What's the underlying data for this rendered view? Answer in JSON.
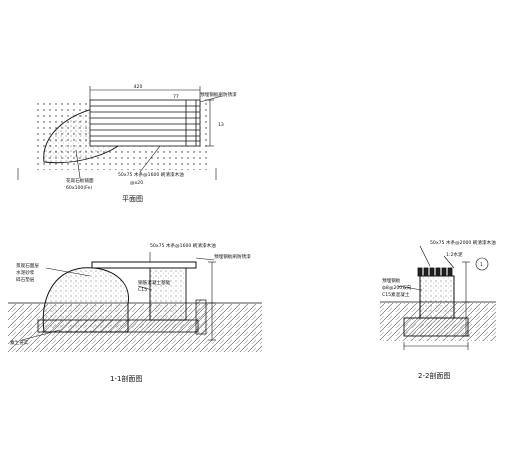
{
  "plan": {
    "caption": "平面图",
    "top_dim": "420",
    "right_dim": "77",
    "label_top_right": "预埋钢板刷防锈漆",
    "label_right_vertical": "13",
    "label_bench_slats": "50x75 木条@1600 刷清漆木油",
    "label_spacing": "@x20",
    "label_stone": "花岗石板铺面",
    "label_stone_size": "60x100(Fe)"
  },
  "section1": {
    "caption": "1-1剖面图",
    "label_slats": "50x75 木条@1600 刷清漆木油",
    "label_left1": "景观石面层",
    "label_left2": "水泥砂浆",
    "label_left3": "碎石垫层",
    "label_mid": "钢筋混凝土基础",
    "label_mid2": "C15",
    "label_right1": "预埋钢板刷防锈漆",
    "label_bottom_left": "素土夯实"
  },
  "section2": {
    "caption": "2-2剖面图",
    "label_top": "50x75 木条@2000 刷清漆木油",
    "label_left1": "预埋钢板",
    "label_left2": "ф8@200双向",
    "label_left3": "C15素混凝土",
    "label_right": "1:2水泥",
    "label_circle": "1"
  }
}
